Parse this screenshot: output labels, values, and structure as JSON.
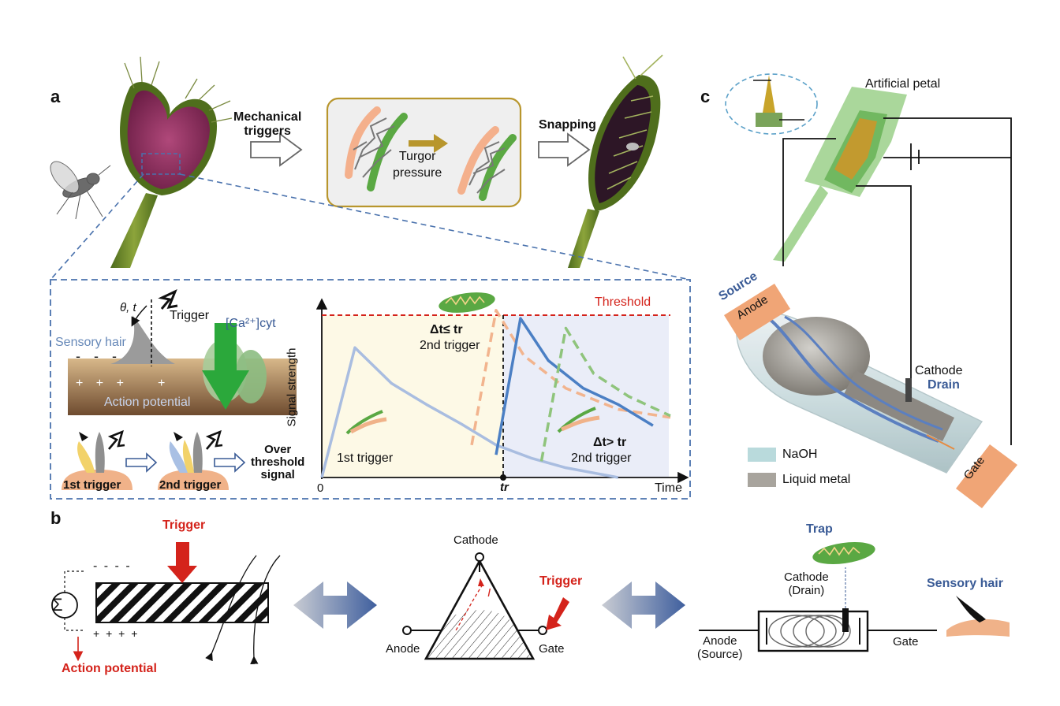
{
  "panels": {
    "a": "a",
    "b": "b",
    "c": "c"
  },
  "panel_a": {
    "mechanical_triggers": "Mechanical\ntriggers",
    "turgor_pressure": "Turgor\npressure",
    "snapping": "Snapping",
    "inset": {
      "theta_t": "θ, t",
      "trigger": "Trigger",
      "ca_label": "[Ca²⁺]cyt",
      "sensory_hair": "Sensory hair",
      "action_potential": "Action potential",
      "first_trigger": "1st trigger",
      "second_trigger": "2nd trigger",
      "over_threshold": "Over\nthreshold\nsignal"
    },
    "chart": {
      "ylabel": "Signal strength",
      "xlabel": "Time",
      "origin": "0",
      "threshold_label": "Threshold",
      "tr_label": "tr",
      "annot_left": "Δt≤ tr",
      "annot_left_sub": "2nd trigger",
      "annot_right": "Δt> tr",
      "annot_right_sub": "2nd trigger",
      "first_trigger_label": "1st trigger"
    }
  },
  "panel_b": {
    "trigger_top": "Trigger",
    "action_potential": "Action potential",
    "minus_signs": "-   -   -   -",
    "plus_signs": "+   +   +   +",
    "cathode": "Cathode",
    "anode": "Anode",
    "gate": "Gate",
    "trigger_right": "Trigger",
    "current": "I",
    "trap": "Trap",
    "cathode_drain": "Cathode\n(Drain)",
    "anode_source": "Anode\n(Source)",
    "gate2": "Gate",
    "sensory_hair": "Sensory hair",
    "sigma": "Σ"
  },
  "panel_c": {
    "artificial_petal": "Artificial petal",
    "source": "Source",
    "anode": "Anode",
    "cathode": "Cathode",
    "drain": "Drain",
    "gate": "Gate",
    "legend": [
      {
        "label": "NaOH",
        "color": "#b9dadc"
      },
      {
        "label": "Liquid metal",
        "color": "#a8a49d"
      }
    ]
  },
  "colors": {
    "threshold": "#d4231b",
    "dashed_box": "#4a72ad",
    "first_trigger_curve": "#a9bde0",
    "second_early": "#f2b48e",
    "second_late": "#4b7fc4",
    "second_late_dashed": "#8fc47c",
    "petal_green": "#9bd08a",
    "orange_pad": "#f0a576"
  },
  "chart_data": {
    "type": "line",
    "title": "",
    "xlabel": "Time",
    "ylabel": "Signal strength",
    "threshold": 1.0,
    "tr": 0.5,
    "xlim": [
      0,
      1
    ],
    "ylim": [
      0,
      1.05
    ],
    "series": [
      {
        "name": "1st trigger",
        "style": "solid",
        "color": "#a9bde0",
        "x": [
          0,
          0.095,
          0.2,
          0.3,
          0.4,
          0.5,
          0.6,
          0.7,
          0.85
        ],
        "y": [
          0,
          0.8,
          0.58,
          0.45,
          0.33,
          0.2,
          0.12,
          0.06,
          0
        ]
      },
      {
        "name": "2nd trigger (Δt≤ tr)",
        "style": "dashed",
        "color": "#f2b48e",
        "x": [
          0.43,
          0.5,
          0.58,
          0.7,
          0.85,
          1.0
        ],
        "y": [
          0.2,
          1.03,
          0.75,
          0.55,
          0.42,
          0.37
        ]
      },
      {
        "name": "2nd trigger (Δt> tr, solid)",
        "style": "solid",
        "color": "#4b7fc4",
        "x": [
          0.5,
          0.57,
          0.65,
          0.75,
          0.85,
          0.95
        ],
        "y": [
          0.14,
          0.98,
          0.72,
          0.55,
          0.45,
          0.32
        ]
      },
      {
        "name": "2nd trigger (Δt> tr, dashed)",
        "style": "dashed",
        "color": "#8fc47c",
        "x": [
          0.63,
          0.7,
          0.78,
          0.88,
          1.0
        ],
        "y": [
          0.1,
          0.92,
          0.64,
          0.5,
          0.38
        ]
      }
    ]
  }
}
